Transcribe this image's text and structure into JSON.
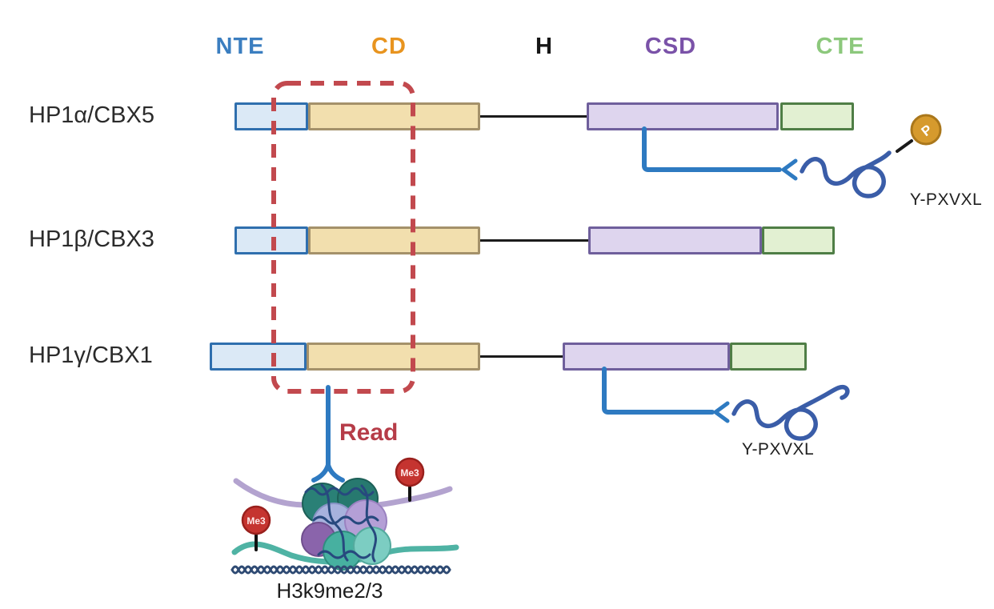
{
  "header": {
    "labels": [
      {
        "text": "NTE",
        "color": "#3b7ec0"
      },
      {
        "text": "CD",
        "color": "#e8941f"
      },
      {
        "text": "H",
        "color": "#161616"
      },
      {
        "text": "CSD",
        "color": "#7a52a8"
      },
      {
        "text": "CTE",
        "color": "#8cc87c"
      }
    ]
  },
  "rows": [
    {
      "label": "HP1α/CBX5",
      "motif": "Y-PXVXL",
      "phospho_label": "P"
    },
    {
      "label": "HP1β/CBX3"
    },
    {
      "label": "HP1γ/CBX1",
      "motif": "Y-PXVXL"
    }
  ],
  "annotations": {
    "read_label": "Read",
    "me3_label": "Me3",
    "histone_mark_label": "H3k9me2/3"
  },
  "colors": {
    "nte_fill": "#dbe9f6",
    "nte_border": "#2f6fae",
    "cd_fill": "#f2dfae",
    "cd_border": "#a4916a",
    "csd_fill": "#ded5ee",
    "csd_border": "#6f5f9c",
    "cte_fill": "#e2f0d2",
    "cte_border": "#4f7e46",
    "dashed_box_red": "#c2494e",
    "read_text_red": "#b63c48",
    "connector_blue": "#2e7ac1",
    "squiggle_blue": "#3a5da8",
    "me3_red": "#c53430",
    "phospho_gold": "#d69a2d",
    "dna_navy": "#27497e",
    "tail_lavender": "#b3a3cf",
    "tail_teal": "#4fb3a4"
  }
}
